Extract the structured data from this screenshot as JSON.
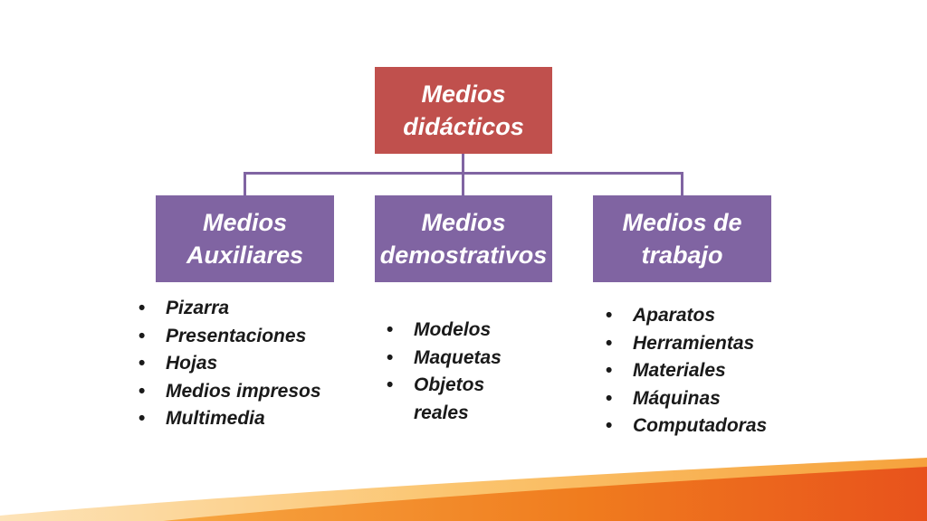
{
  "root": {
    "line1": "Medios",
    "line2": "didácticos"
  },
  "children": [
    {
      "line1": "Medios",
      "line2": "Auxiliares",
      "items": [
        "Pizarra",
        "Presentaciones",
        "Hojas",
        "Medios impresos",
        "Multimedia"
      ]
    },
    {
      "line1": "Medios",
      "line2": "demostrativos",
      "items": [
        "Modelos",
        "Maquetas",
        "Objetos reales"
      ]
    },
    {
      "line1": "Medios de",
      "line2": "trabajo",
      "items": [
        "Aparatos",
        "Herramientas",
        "Materiales",
        "Máquinas",
        "Computadoras"
      ]
    }
  ],
  "colors": {
    "root_fill": "#c0504d",
    "child_fill": "#8064a2",
    "connector": "#8064a2",
    "swoosh_orange": "#f07c1e",
    "swoosh_light": "#fbd49b"
  }
}
